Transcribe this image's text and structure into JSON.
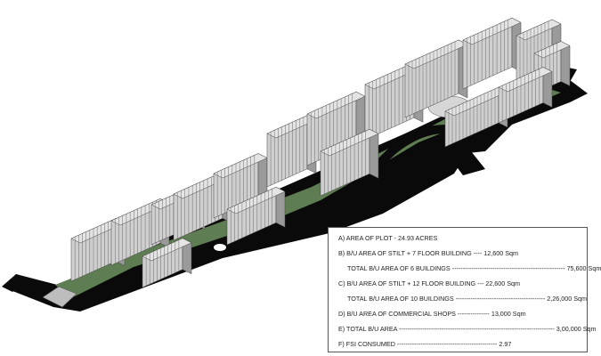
{
  "legend": {
    "a": "A)  AREA OF PLOT - 24.93 ACRES",
    "b": "B)  B/U AREA OF STILT + 7 FLOOR BUILDING ---- 12,600 Sqm",
    "b_total_label": "TOTAL B/U AREA OF 6 BUILDINGS -----------------------------------------------------",
    "b_total_value": "75,600 Sqm",
    "c": "C)  B/U AREA OF STILT + 12 FLOOR BUILDING --- 22,600 Sqm",
    "c_total_label": "TOTAL B/U AREA OF 10 BUILDINGS ------------------------------------------",
    "c_total_value": "2,26,000 Sqm",
    "d": "D)  B/U AREA OF COMMERCIAL SHOPS --------------- 13,000 Sqm",
    "e_label": "E)  TOTAL B/U AREA -------------------------------------------------------------------------",
    "e_value": "3,00,000 Sqm",
    "f": "F)  FSI CONSUMED ----------------------------------------------- 2.97"
  },
  "colors": {
    "road": "#0a0a0a",
    "green": "#5e7d52",
    "building_top": "#cfcfcf",
    "building_side": "#9a9a9a",
    "plaza": "#bdbdbd"
  }
}
